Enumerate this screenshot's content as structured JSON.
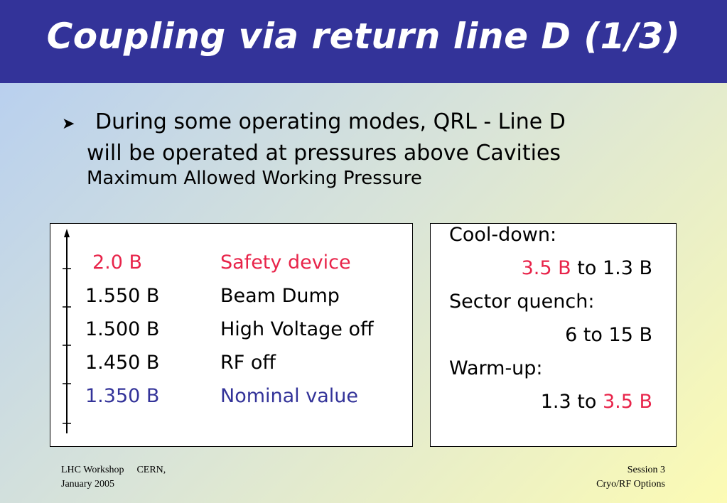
{
  "title": "Coupling via return line D (1/3)",
  "bullet": {
    "icon": "arrow-bullet-icon",
    "line1": "During some operating modes, QRL - Line D",
    "line2": "will be operated at pressures above Cavities",
    "line3": "Maximum Allowed Working Pressure"
  },
  "pressure_levels": [
    {
      "value": "2.0 B",
      "label": "Safety device",
      "color": "#e8244a"
    },
    {
      "value": "1.550 B",
      "label": "Beam Dump",
      "color": "#000000"
    },
    {
      "value": "1.500 B",
      "label": "High Voltage off",
      "color": "#000000"
    },
    {
      "value": "1.450 B",
      "label": "RF off",
      "color": "#000000"
    },
    {
      "value": "1.350 B",
      "label": "Nominal value",
      "color": "#333399"
    }
  ],
  "modes": {
    "cooldown_label": "Cool-down:",
    "cooldown_high": "3.5 B",
    "cooldown_rest": "to 1.3 B",
    "quench_label": "Sector quench:",
    "quench_value": "6 to 15 B",
    "warmup_label": "Warm-up:",
    "warmup_start": "1.3 to",
    "warmup_high": "3.5 B"
  },
  "footer": {
    "left_line1": "LHC Workshop",
    "left_place": "CERN,",
    "left_line2": "January 2005",
    "right_line1": "Session 3",
    "right_line2": "Cryo/RF Options"
  },
  "colors": {
    "title_bar": "#333399",
    "accent_red": "#e8244a",
    "accent_blue": "#333399"
  }
}
